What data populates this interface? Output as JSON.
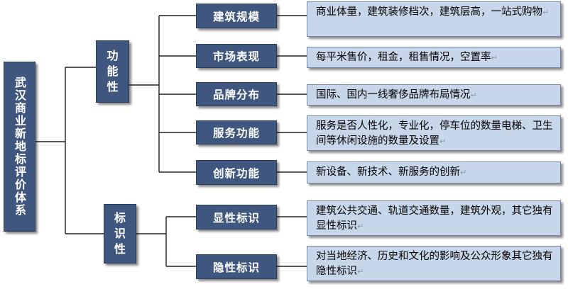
{
  "root": {
    "label": "武汉商业新地标评价体系"
  },
  "categories": [
    {
      "label": "功\n能\n性",
      "items": [
        {
          "label": "建筑规模",
          "desc": "商业体量，建筑装修档次，建筑层高，一站式购物"
        },
        {
          "label": "市场表现",
          "desc": "每平米售价，租金，租售情况，空置率"
        },
        {
          "label": "品牌分布",
          "desc": "国际、国内一线奢侈品牌布局情况"
        },
        {
          "label": "服务功能",
          "desc": "服务是否人性化，专业化，停车位的数量电梯、卫生间等休闲设施的数量及设置"
        },
        {
          "label": "创新功能",
          "desc": "新设备、新技术、新服务的创新"
        }
      ]
    },
    {
      "label": "标\n识\n性",
      "items": [
        {
          "label": "显性标识",
          "desc": "建筑公共交通、轨道交通数量，建筑外观，其它独有显性标识"
        },
        {
          "label": "隐性标识",
          "desc": "对当地经济、历史和文化的影响及公众形象其它独有隐性标识"
        }
      ]
    }
  ],
  "return_mark": "↵",
  "colors": {
    "dark_box": "#3f577f",
    "light_box": "#c7d6e8",
    "line": "#222222"
  }
}
